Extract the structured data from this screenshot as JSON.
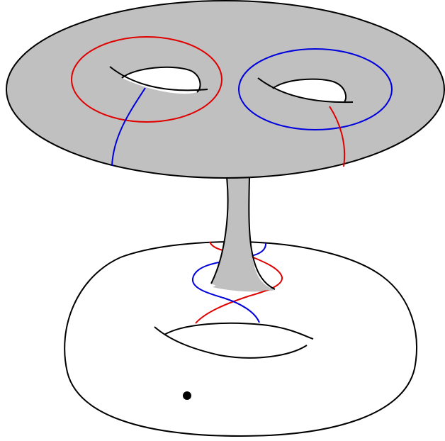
{
  "figure": {
    "colors": {
      "background": "#ffffff",
      "surface_fill": "#c0c0c0",
      "outline": "#000000",
      "red_curve": "#e00000",
      "blue_curve": "#0000dd"
    },
    "elements": [
      "upper-genus-two-surface",
      "connecting-tube",
      "lower-torus",
      "red-meridian-left-handle",
      "blue-meridian-right-handle",
      "blue-arc-left-handle",
      "red-arc-right-handle",
      "red-strand-through-neck",
      "blue-strand-through-neck",
      "marked-point"
    ]
  }
}
